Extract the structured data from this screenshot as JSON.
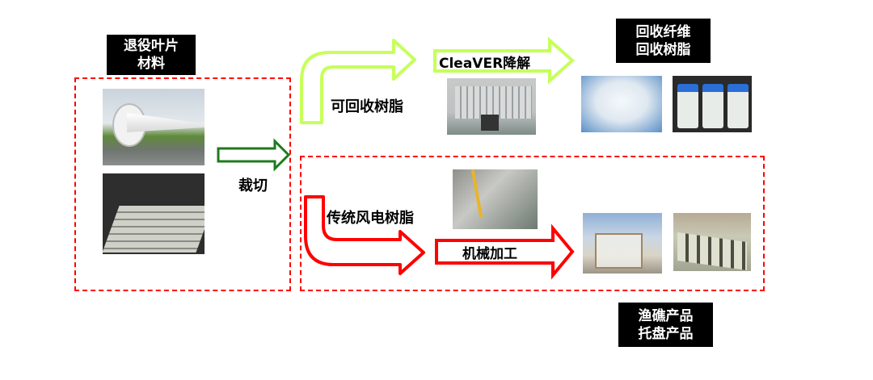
{
  "source_label": {
    "line1": "退役叶片",
    "line2": "材料"
  },
  "cut_step": "裁切",
  "recyclable_branch": {
    "label": "可回收树脂",
    "process_label": "CleaVER降解",
    "color": "#c6ff5a"
  },
  "recycled_output_label": {
    "line1": "回收纤维",
    "line2": "回收树脂"
  },
  "traditional_branch": {
    "label": "传统风电树脂",
    "process_label": "机械加工",
    "color": "#ff0000"
  },
  "traditional_output_label": {
    "line1": "渔礁产品",
    "line2": "托盘产品"
  },
  "images": {
    "blade_transport": "wind-turbine-blade-on-trailer",
    "composite_plates": "stacked-composite-plates",
    "cleaver_machine": "cleaver-degradation-equipment",
    "recycled_fiber": "recycled-glass-fiber",
    "recycled_resin": "recycled-resin-bottles",
    "cutting_machine": "mechanical-cutting-machine",
    "fish_reef": "fish-reef-product",
    "pallet": "pallet-product"
  },
  "colors": {
    "dashed_border": "#ff0000",
    "cut_arrow": "#1e7a1e",
    "label_bg": "#000000"
  }
}
